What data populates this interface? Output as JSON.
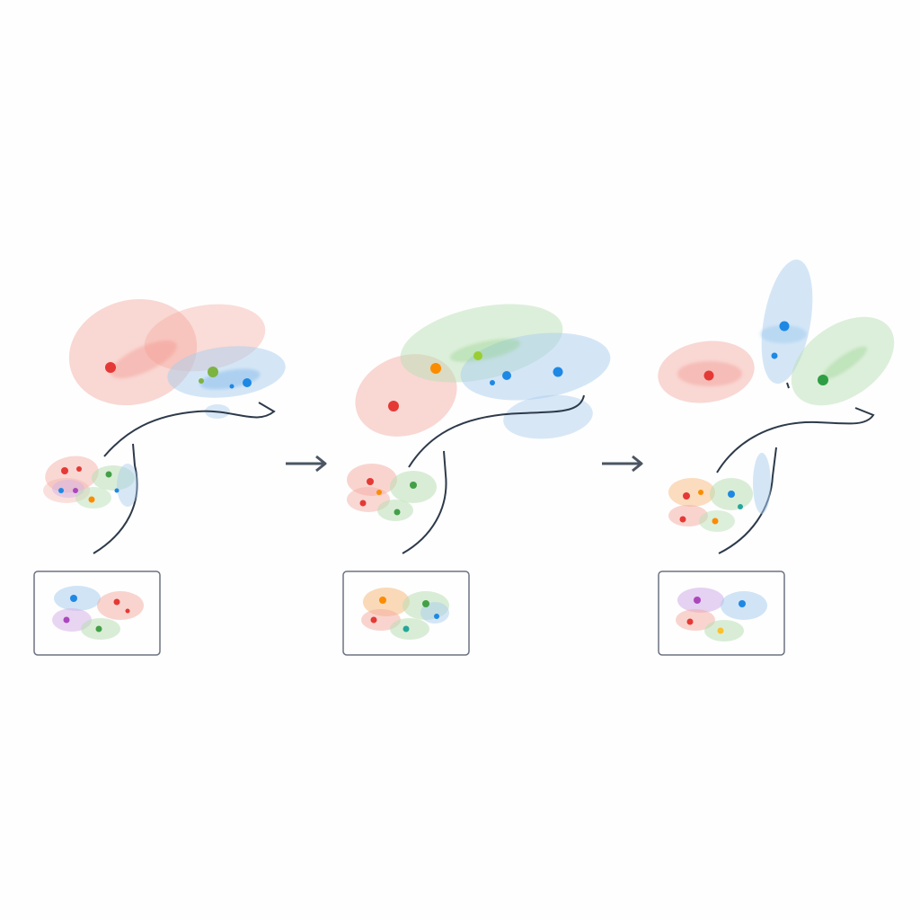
{
  "colors": {
    "background": "#fefefe",
    "red": "#e53935",
    "orange": "#fb8c00",
    "green": "#43a047",
    "olive": "#9acd32",
    "blue": "#1e88e5",
    "purple": "#ab47bc",
    "red_fill": "#f4a9a0",
    "green_fill": "#b9dfb5",
    "blue_fill": "#a9cdee",
    "purple_fill": "#d4b3e8",
    "orange_fill": "#f7c089",
    "line": "#2d3a4a",
    "box_border": "#6b7280"
  },
  "panels": [
    {
      "name": "panel-1",
      "description_icons": [
        "cluster-icon",
        "curve-icon",
        "box-icon"
      ]
    },
    {
      "name": "panel-2",
      "description_icons": [
        "cluster-icon",
        "curve-icon",
        "box-icon"
      ]
    },
    {
      "name": "panel-3",
      "description_icons": [
        "cluster-icon",
        "curve-icon",
        "box-icon"
      ]
    }
  ],
  "arrows": [
    "arrow-right-icon",
    "arrow-right-icon"
  ]
}
